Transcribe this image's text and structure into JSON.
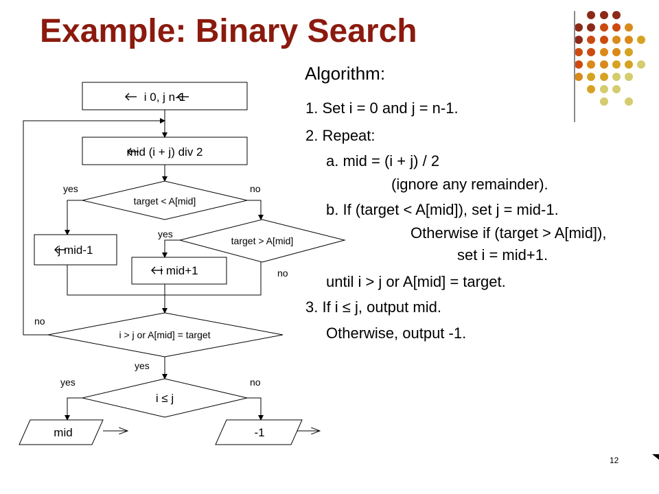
{
  "title": "Example: Binary Search",
  "algorithm": {
    "heading": "Algorithm:",
    "step1": "1. Set i = 0 and j = n-1.",
    "step2": "2. Repeat:",
    "step2a_line1": "a. mid = (i + j) / 2",
    "step2a_line2": "(ignore any remainder).",
    "step2b_line1": "b. If (target < A[mid]), set j = mid-1.",
    "step2b_line2": "Otherwise if (target > A[mid]),",
    "step2b_line3": "set i = mid+1.",
    "until": "until i > j or A[mid] = target.",
    "step3": "3. If i ≤ j, output mid.",
    "otherwise": "Otherwise, output -1."
  },
  "flowchart": {
    "init": "i  0, j  n-1",
    "mid": "mid (i + j) div 2",
    "decision1": "target < A[mid]",
    "decision1_yes": "yes",
    "decision1_no": "no",
    "decision2": "target > A[mid]",
    "decision2_yes": "yes",
    "decision2_no": "no",
    "set_j": "j  mid-1",
    "set_i": "i  mid+1",
    "loop_decision": "i > j or A[mid] = target",
    "loop_no": "no",
    "loop_yes": "yes",
    "decision3": "i ≤ j",
    "decision3_yes": "yes",
    "decision3_no": "no",
    "output_mid": "mid",
    "output_neg": "-1"
  },
  "slide_number": "12",
  "colors": {
    "title": "#8b1a0e",
    "dot_dark_red": "#8b2a18",
    "dot_orange_red": "#cc4a10",
    "dot_orange": "#d98a1a",
    "dot_gold": "#d6a222",
    "dot_khaki": "#d4cc6e"
  }
}
